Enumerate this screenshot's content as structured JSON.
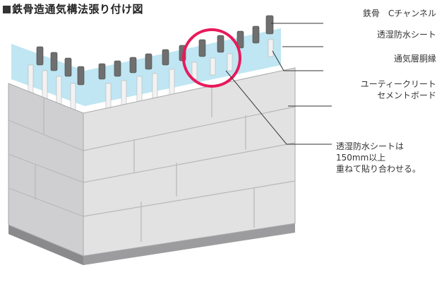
{
  "title": "鉄骨造通気構法張り付け図",
  "labels": {
    "c_channel": "鉄骨　Cチャンネル",
    "sheet": "透湿防水シート",
    "air_edge": "通気層胴縁",
    "board_line1": "ユーティークリート",
    "board_line2": "セメントボード",
    "note_line1": "透湿防水シートは",
    "note_line2": "150mm以上",
    "note_line3": "重ねて貼り合わせる。"
  },
  "colors": {
    "board": "#e2e2e3",
    "board_side": "#cfcfd1",
    "sheet": "#bfe6f2",
    "steel": "#6f6f6f",
    "highlight_circle": "#e8195a",
    "leader": "#333333"
  }
}
